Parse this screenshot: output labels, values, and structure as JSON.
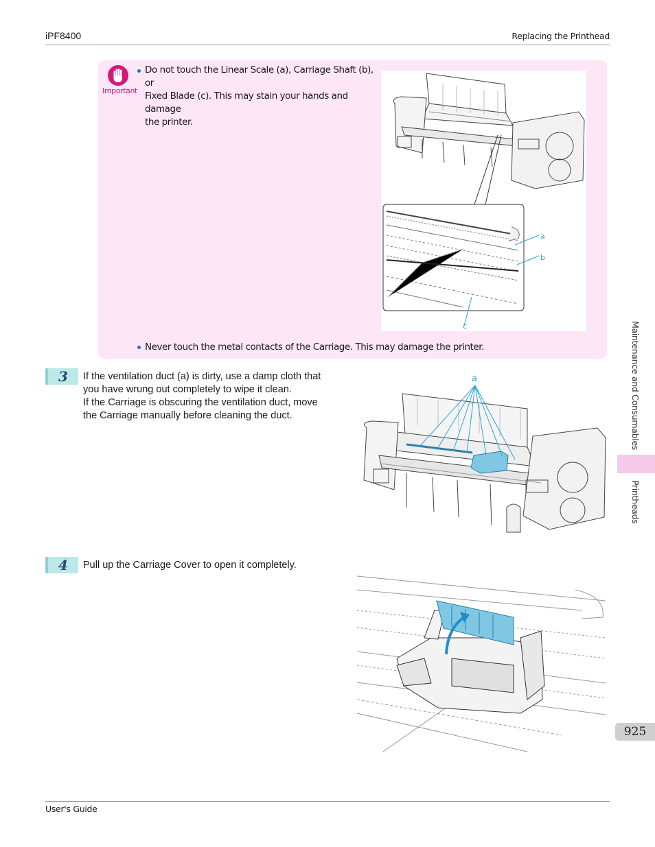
{
  "header": {
    "model": "iPF8400",
    "section": "Replacing the Printhead"
  },
  "important": {
    "label": "Important",
    "bullet1": "Do not touch the Linear Scale (a), Carriage Shaft (b), or Fixed Blade (c). This may stain your hands and damage the printer.",
    "bullet1_lines": [
      "Do not touch the Linear Scale (a), Carriage Shaft (b), or",
      "Fixed Blade (c). This may stain your hands and damage",
      "the printer."
    ],
    "bullet2": "Never touch the metal contacts of the Carriage. This may damage the printer.",
    "figure_labels": {
      "a": "a",
      "b": "b",
      "c": "c"
    }
  },
  "steps": [
    {
      "number": "3",
      "lines": [
        "If the ventilation duct (a) is dirty, use a damp cloth that",
        "you have wrung out completely to wipe it clean.",
        "If the Carriage is obscuring the ventilation duct, move",
        "the Carriage manually before cleaning the duct."
      ],
      "figure_label": "a"
    },
    {
      "number": "4",
      "lines": [
        "Pull up the Carriage Cover to open it completely."
      ]
    }
  ],
  "sidebar": {
    "chapter": "Maintenance and Consumables",
    "section": "Printheads",
    "page_number": "925"
  },
  "footer": {
    "title": "User's Guide"
  },
  "colors": {
    "important_bg": "#fde6f6",
    "important_accent": "#d6177a",
    "bullet": "#1f6fd1",
    "callout": "#2aa4d8",
    "step_badge": "#bde7e8"
  }
}
